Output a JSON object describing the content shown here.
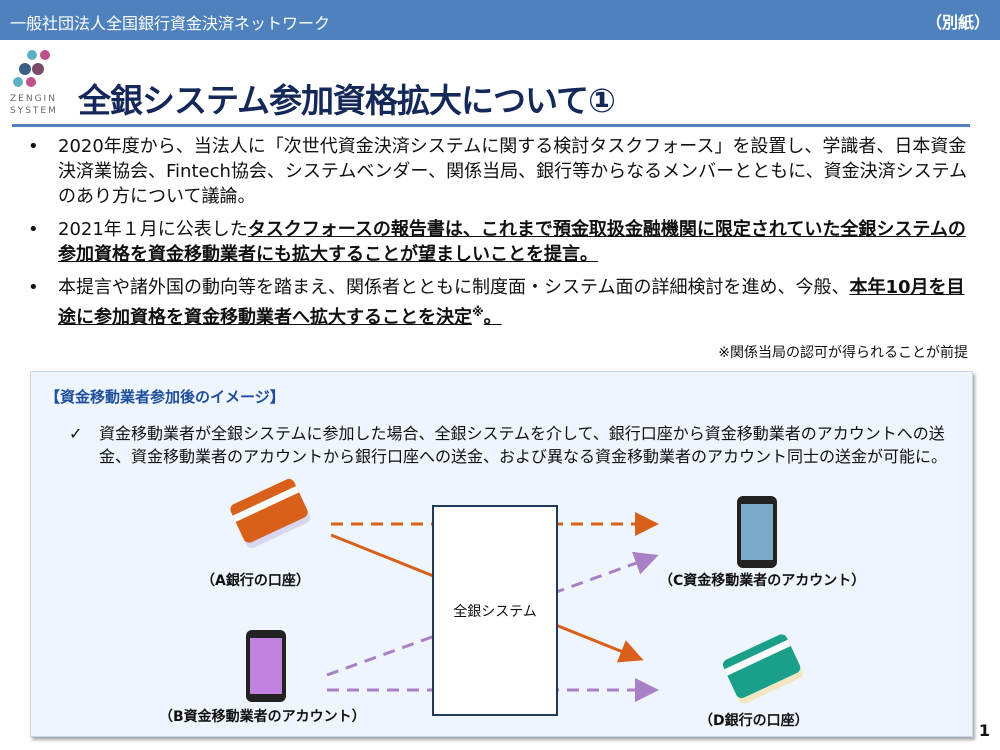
{
  "header": {
    "org": "一般社団法人全国銀行資金決済ネットワーク",
    "annex": "（別紙）"
  },
  "logo": {
    "line1": "ZENGIN",
    "line2": "SYSTEM"
  },
  "title": "全銀システム参加資格拡大について①",
  "bullets": [
    {
      "normal": "2020年度から、当法人に「次世代資金決済システムに関する検討タスクフォース」を設置し、学識者、日本資金決済業協会、Fintech協会、システムベンダー、関係当局、銀行等からなるメンバーとともに、資金決済システムのあり方について議論。"
    },
    {
      "normal": "2021年１月に公表した",
      "bold": "タスクフォースの報告書は、これまで預金取扱金融機関に限定されていた全銀システムの参加資格を資金移動業者にも拡大することが望ましいことを提言。"
    },
    {
      "normal": "本提言や諸外国の動向等を踏まえ、関係者とともに制度面・システム面の詳細検討を進め、今般、",
      "bold": "本年10月を目途に参加資格を資金移動業者へ拡大することを決定",
      "mark": "※",
      "end": "。"
    }
  ],
  "note": "※関係当局の認可が得られることが前提",
  "panel": {
    "title": "【資金移動業者参加後のイメージ】",
    "check": "資金移動業者が全銀システムに参加した場合、全銀システムを介して、銀行口座から資金移動業者のアカウントへの送金、資金移動業者のアカウントから銀行口座への送金、および異なる資金移動業者のアカウント同士の送金が可能に。",
    "system": "全銀システム",
    "a": "（A銀行の口座）",
    "b": "（B資金移動業者のアカウント）",
    "c": "（C資金移動業者のアカウント）",
    "d": "（D銀行の口座）",
    "colors": {
      "orange": "#d9601a",
      "purple": "#a97fc6"
    }
  },
  "page": "1"
}
